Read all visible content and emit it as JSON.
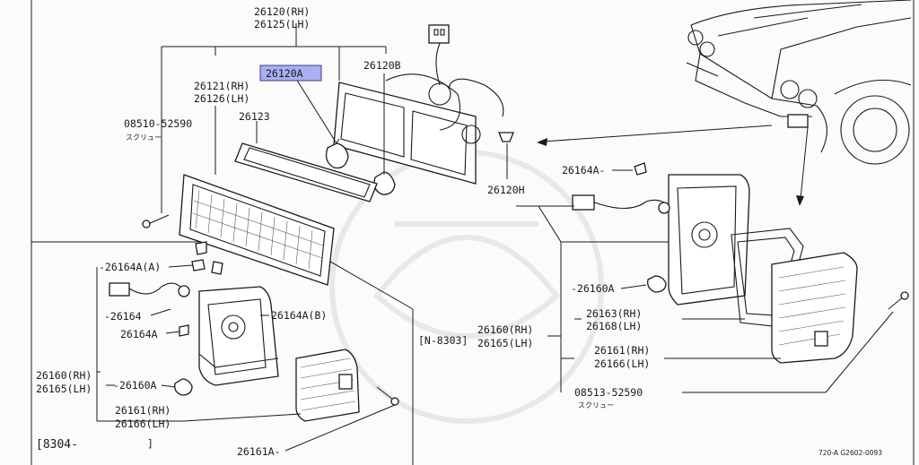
{
  "diagram": {
    "labels": {
      "top_rh": "26120(RH)",
      "top_lh": "26125(LH)",
      "highlight": "26120A",
      "p26120b": "26120B",
      "p26121rh": "26121(RH)",
      "p26126lh": "26126(LH)",
      "p26123": "26123",
      "screw_code": "08510-52590",
      "screw_note": "スクリュー",
      "p26120h": "26120H",
      "p26164a_a": "-26164A(A)",
      "p26164": "-26164",
      "p26164a_left": "26164A",
      "p26164a_b": "26164A(B)",
      "p26160rh_left": "26160(RH)",
      "p26165lh_left": "26165(LH)",
      "p26160a_left": "-26160A",
      "p26161rh_left": "26161(RH)",
      "p26166lh_left": "26166(LH)",
      "date_range": "[8304-",
      "date_close": "]",
      "p26161a": "26161A-",
      "p26164a_right": "26164A-",
      "p26160a_right": "-26160A",
      "n8303": "[N-8303]",
      "p26160rh_mid": "26160(RH)",
      "p26165lh_mid": "26165(LH)",
      "p26163rh": "26163(RH)",
      "p26168lh": "26168(LH)",
      "p26161rh_right": "26161(RH)",
      "p26166lh_right": "26166(LH)",
      "screw_code_right": "08513-52590",
      "screw_note_right": "スクリュー",
      "figure_code": "720-A G2602-0093"
    },
    "highlight_color": "#a9aff0"
  }
}
